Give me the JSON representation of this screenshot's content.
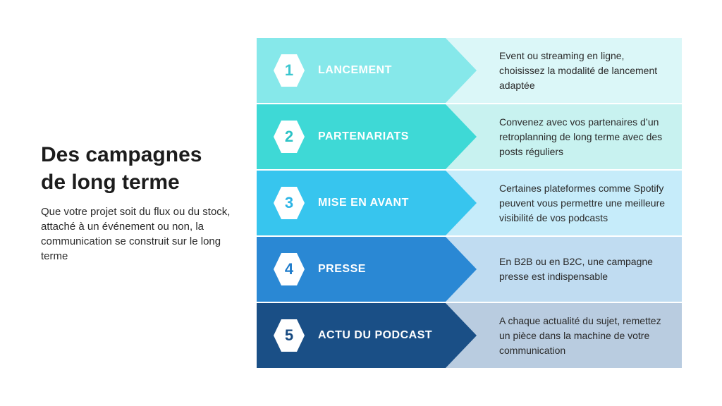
{
  "heading": {
    "title_line1": "Des campagnes",
    "title_line2": "de long terme",
    "subtitle": "Que votre projet soit du flux ou du stock, attaché à un événement ou non, la communication se construit sur le long terme"
  },
  "steps": [
    {
      "number": "1",
      "label": "LANCEMENT",
      "description": "Event ou streaming en ligne, choisissez la modalité de lancement adaptée",
      "arrow_color": "#86e8ea",
      "bg_color": "#dbf7f8",
      "number_color": "#3cc6cf"
    },
    {
      "number": "2",
      "label": "PARTENARIATS",
      "description": "Convenez avec vos partenaires d’un retroplanning de long terme avec des posts réguliers",
      "arrow_color": "#3ed9d6",
      "bg_color": "#c8f2f0",
      "number_color": "#2cc3c6"
    },
    {
      "number": "3",
      "label": "MISE EN AVANT",
      "description": "Certaines plateformes comme Spotify peuvent vous permettre une meilleure visibilité de vos podcasts",
      "arrow_color": "#37c5ee",
      "bg_color": "#c6ecfa",
      "number_color": "#2ab4e5"
    },
    {
      "number": "4",
      "label": "PRESSE",
      "description": "En B2B ou en B2C, une campagne presse est indispensable",
      "arrow_color": "#2a88d4",
      "bg_color": "#c0dcf1",
      "number_color": "#1f7ccb"
    },
    {
      "number": "5",
      "label": "ACTU DU PODCAST",
      "description": "A chaque actualité du sujet, remettez un pièce dans la machine de votre communication",
      "arrow_color": "#1a4f86",
      "bg_color": "#b9cce0",
      "number_color": "#174a80"
    }
  ]
}
